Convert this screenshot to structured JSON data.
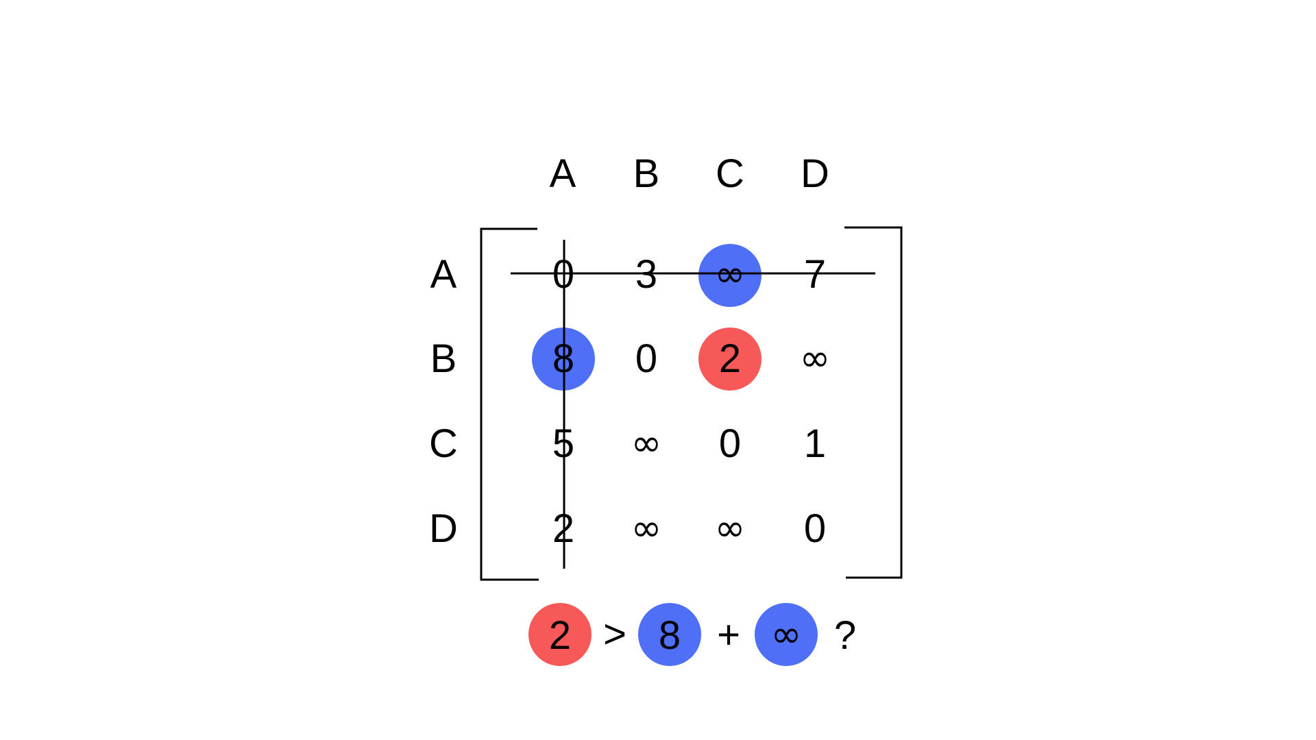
{
  "matrix": {
    "column_headers": [
      "A",
      "B",
      "C",
      "D"
    ],
    "row_headers": [
      "A",
      "B",
      "C",
      "D"
    ],
    "cells": [
      [
        "0",
        "3",
        "∞",
        "7"
      ],
      [
        "8",
        "0",
        "2",
        "∞"
      ],
      [
        "5",
        "∞",
        "0",
        "1"
      ],
      [
        "2",
        "∞",
        "∞",
        "0"
      ]
    ],
    "highlights": [
      {
        "row": 0,
        "col": 2,
        "color": "#4f6ff7"
      },
      {
        "row": 1,
        "col": 0,
        "color": "#4f6ff7"
      },
      {
        "row": 1,
        "col": 2,
        "color": "#f75959"
      }
    ],
    "strike_row": 0,
    "strike_col": 0
  },
  "comparison": {
    "left": {
      "value": "2",
      "color": "#f75959"
    },
    "operator_gt": ">",
    "term1": {
      "value": "8",
      "color": "#4f6ff7"
    },
    "operator_plus": "+",
    "term2": {
      "value": "∞",
      "color": "#4f6ff7"
    },
    "question": "?"
  },
  "colors": {
    "blue": "#4f6ff7",
    "red": "#f75959",
    "ink": "#000000"
  }
}
